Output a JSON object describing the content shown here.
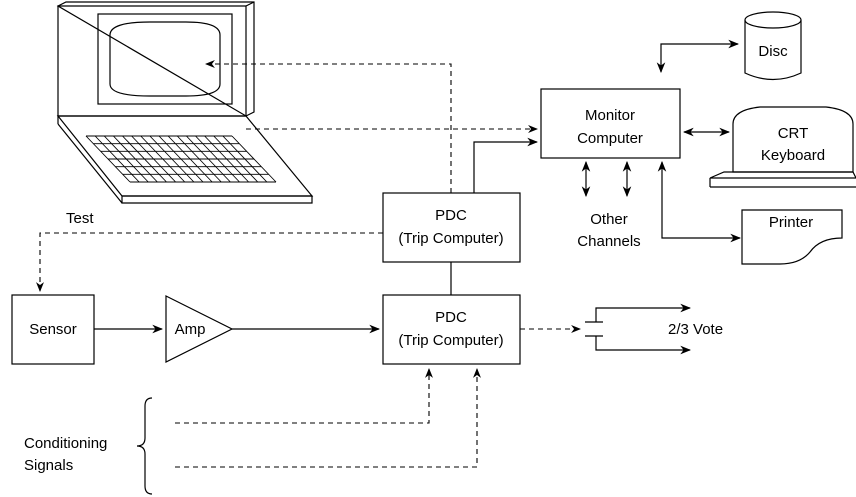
{
  "labels": {
    "disc": "Disc",
    "monitor_line1": "Monitor",
    "monitor_line2": "Computer",
    "crt_line1": "CRT",
    "crt_line2": "Keyboard",
    "printer": "Printer",
    "other_line1": "Other",
    "other_line2": "Channels",
    "test": "Test",
    "pdc_top_line1": "PDC",
    "pdc_top_line2": "(Trip Computer)",
    "pdc_bottom_line1": "PDC",
    "pdc_bottom_line2": "(Trip Computer)",
    "sensor": "Sensor",
    "amp": "Amp",
    "vote": "2/3 Vote",
    "cond_line1": "Conditioning",
    "cond_line2": "Signals"
  }
}
